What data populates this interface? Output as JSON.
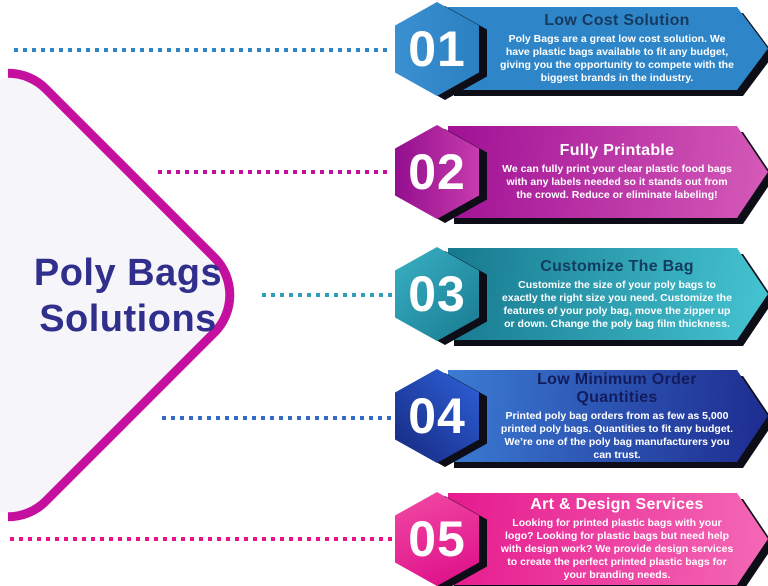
{
  "canvas": {
    "background": "#ffffff",
    "shadow_color": "#0d0d18"
  },
  "left_panel": {
    "title": "Poly Bags Solutions",
    "colors": {
      "fill": "#f6f5fa",
      "border": "#c40f9f",
      "title_text": "#312f8c"
    }
  },
  "items": [
    {
      "number": "01",
      "title": "Low Cost Solution",
      "description": "Poly Bags are a great low cost solution. We have plastic bags available to fit any budget, giving you the opportunity to compete with the biggest brands in the industry.",
      "colors": {
        "banner_angle": "90deg",
        "banner_from": "#2e86c8",
        "banner_to": "#2e86c8",
        "hex_angle": "90deg",
        "hex_from": "#3a90d0",
        "hex_to": "#2b80c2",
        "title_text": "#16395f",
        "body_text": "#ffffff",
        "connector": "#2e86c8"
      }
    },
    {
      "number": "02",
      "title": "Fully Printable",
      "description": "We can fully print your clear plastic food bags with any labels needed so it stands out from the crowd. Reduce or eliminate labeling!",
      "colors": {
        "banner_angle": "95deg",
        "banner_from": "#a01195",
        "banner_to": "#d55ab8",
        "hex_angle": "90deg",
        "hex_from": "#930e8e",
        "hex_to": "#c73cad",
        "title_text": "#ffffff",
        "body_text": "#ffffff",
        "connector": "#c0119b"
      }
    },
    {
      "number": "03",
      "title": "Customize The Bag",
      "description": "Customize the size of your poly bags to exactly the right size you need. Customize the features of your poly bag, move the zipper up or down. Change the poly bag film thickness.",
      "colors": {
        "banner_angle": "95deg",
        "banner_from": "#17798f",
        "banner_to": "#45c4d2",
        "hex_angle": "135deg",
        "hex_from": "#3ab1c5",
        "hex_to": "#187a90",
        "title_text": "#123d5e",
        "body_text": "#ffffff",
        "connector": "#2d9fbd"
      }
    },
    {
      "number": "04",
      "title": "Low Minimum Order Quantities",
      "description": "Printed poly bag orders from as few as 5,000 printed poly bags. Quantities to fit any budget. We’re one of the poly bag manufacturers you can trust.",
      "colors": {
        "banner_angle": "95deg",
        "banner_from": "#3b7cd4",
        "banner_to": "#1d2b8f",
        "hex_angle": "45deg",
        "hex_from": "#16277f",
        "hex_to": "#2e63da",
        "title_text": "#121c5c",
        "body_text": "#ffffff",
        "connector": "#3668c8"
      }
    },
    {
      "number": "05",
      "title": "Art & Design Services",
      "description": "Looking for printed plastic bags with your logo? Looking for plastic bags but need help with design work? We provide design services to create the perfect printed plastic bags for your branding needs.",
      "colors": {
        "banner_angle": "95deg",
        "banner_from": "#e61a8e",
        "banner_to": "#f469b6",
        "hex_angle": "160deg",
        "hex_from": "#f24ba4",
        "hex_to": "#dc0c88",
        "title_text": "#ffffff",
        "body_text": "#ffffff",
        "connector": "#e8138b"
      }
    }
  ]
}
